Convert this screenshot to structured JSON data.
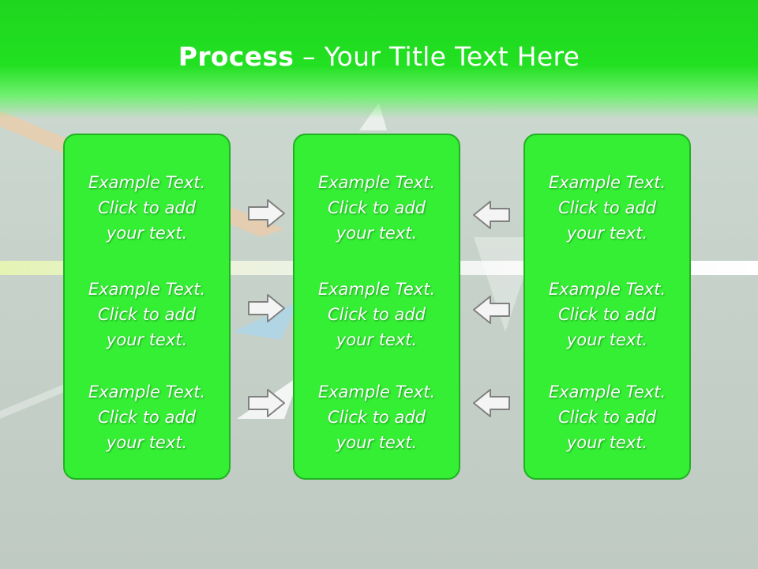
{
  "slide": {
    "title_bold": "Process",
    "title_rest": " – Your Title Text Here"
  },
  "columns": [
    {
      "items": [
        {
          "line1": "Example Text.",
          "line2": "Click  to add",
          "line3": "your text."
        },
        {
          "line1": "Example Text.",
          "line2": "Click  to add",
          "line3": "your text."
        },
        {
          "line1": "Example Text.",
          "line2": "Click  to add",
          "line3": "your text."
        }
      ]
    },
    {
      "items": [
        {
          "line1": "Example Text.",
          "line2": "Click  to add",
          "line3": "your text."
        },
        {
          "line1": "Example Text.",
          "line2": "Click  to add",
          "line3": "your text."
        },
        {
          "line1": "Example Text.",
          "line2": "Click  to add",
          "line3": "your text."
        }
      ]
    },
    {
      "items": [
        {
          "line1": "Example Text.",
          "line2": "Click  to add",
          "line3": "your text."
        },
        {
          "line1": "Example Text.",
          "line2": "Click  to add",
          "line3": "your text."
        },
        {
          "line1": "Example Text.",
          "line2": "Click  to add",
          "line3": "your text."
        }
      ]
    }
  ],
  "arrows": {
    "left_group_icon": "arrow-right-icon",
    "right_group_icon": "arrow-left-icon"
  },
  "colors": {
    "header_green": "#1ed61e",
    "box_fill": "#35ef35",
    "box_border": "#22b022",
    "text": "#ffffff"
  }
}
